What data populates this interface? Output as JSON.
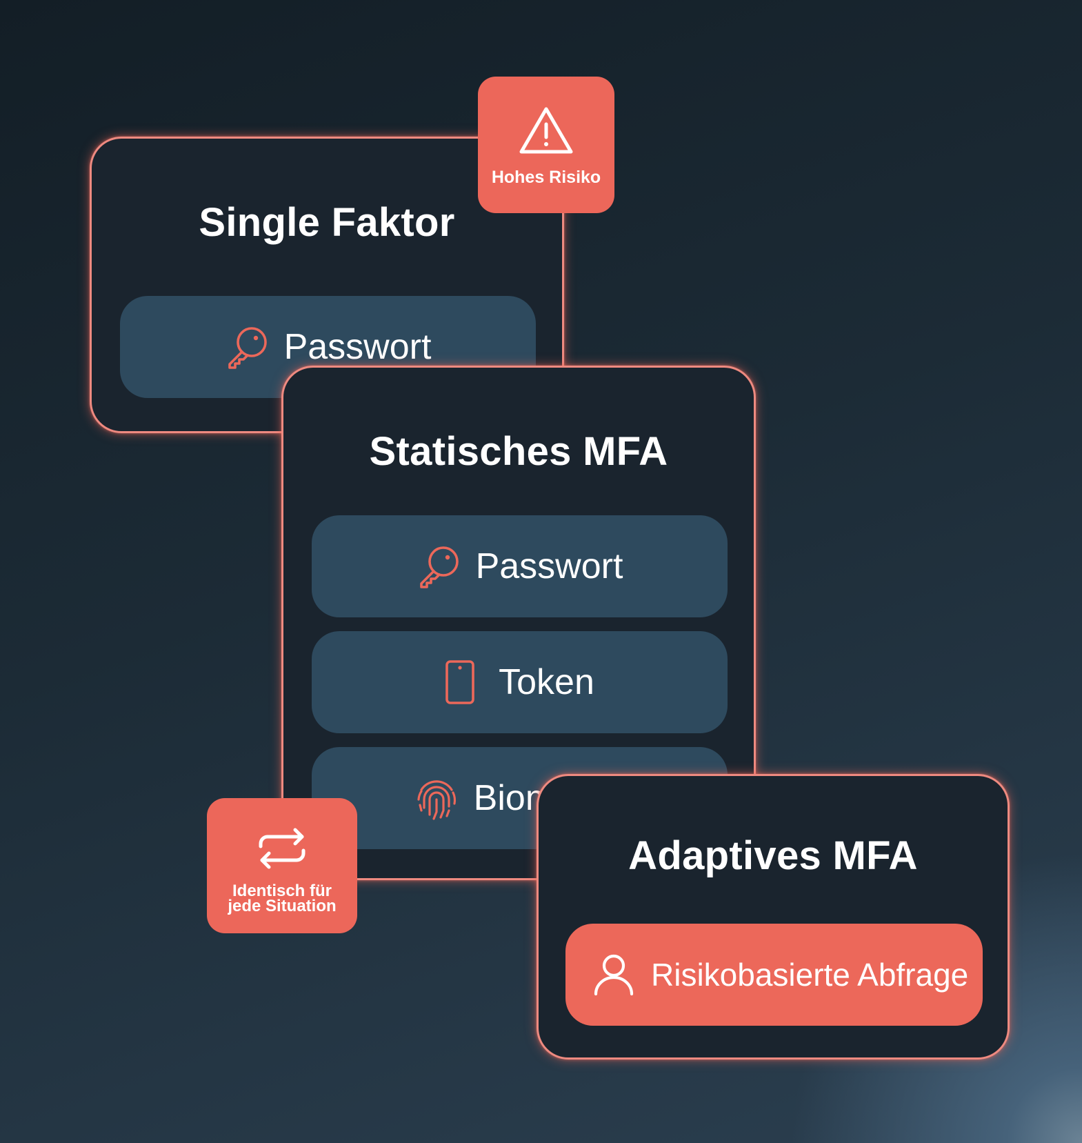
{
  "colors": {
    "accent": "#ec675a",
    "card_border": "#ee8a80",
    "card_bg": "#1a242e",
    "pill_bg": "#2e4a5e",
    "text": "#ffffff"
  },
  "single_faktor": {
    "title": "Single Faktor",
    "items": [
      {
        "icon": "key-icon",
        "label": "Passwort"
      }
    ]
  },
  "statisches_mfa": {
    "title": "Statisches MFA",
    "items": [
      {
        "icon": "key-icon",
        "label": "Passwort"
      },
      {
        "icon": "phone-icon",
        "label": "Token"
      },
      {
        "icon": "fingerprint-icon",
        "label": "Biometrie"
      }
    ]
  },
  "adaptives_mfa": {
    "title": "Adaptives MFA",
    "items": [
      {
        "icon": "user-icon",
        "label": "Risikobasierte Abfrage"
      }
    ]
  },
  "badges": {
    "high_risk": {
      "icon": "warning-icon",
      "label": "Hohes Risiko"
    },
    "identical": {
      "icon": "repeat-icon",
      "line1": "Identisch für",
      "line2": "jede Situation"
    }
  }
}
